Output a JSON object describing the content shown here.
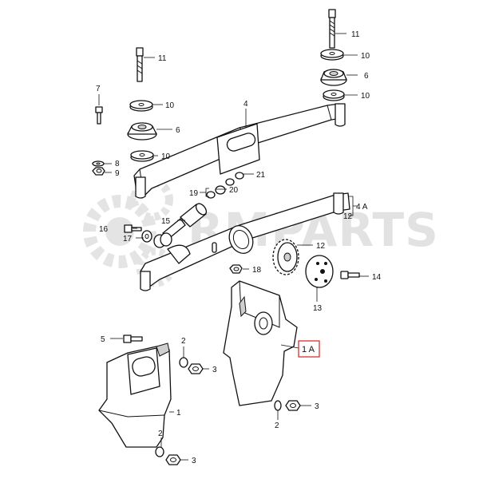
{
  "watermark": "RMPARTS",
  "colors": {
    "line": "#111111",
    "highlight_box": "#d62020",
    "watermark": "#e2e2e2"
  },
  "callouts": {
    "c11a": "11",
    "c10a": "10",
    "c6a": "6",
    "c10b": "10",
    "c11b": "11",
    "c7": "7",
    "c10c": "10",
    "c6b": "6",
    "c10d": "10",
    "c8": "8",
    "c9": "9",
    "c4": "4",
    "c21": "21",
    "c20": "20",
    "c19": "19",
    "c4a": "4 A",
    "c12a": "12",
    "c15": "15",
    "c16": "16",
    "c17": "17",
    "c12b": "12",
    "c18": "18",
    "c14": "14",
    "c13": "13",
    "c1a": "1 A",
    "c5": "5",
    "c2a": "2",
    "c3a": "3",
    "c1": "1",
    "c2b": "2",
    "c3b": "3",
    "c3c": "3",
    "c2c": "2"
  }
}
